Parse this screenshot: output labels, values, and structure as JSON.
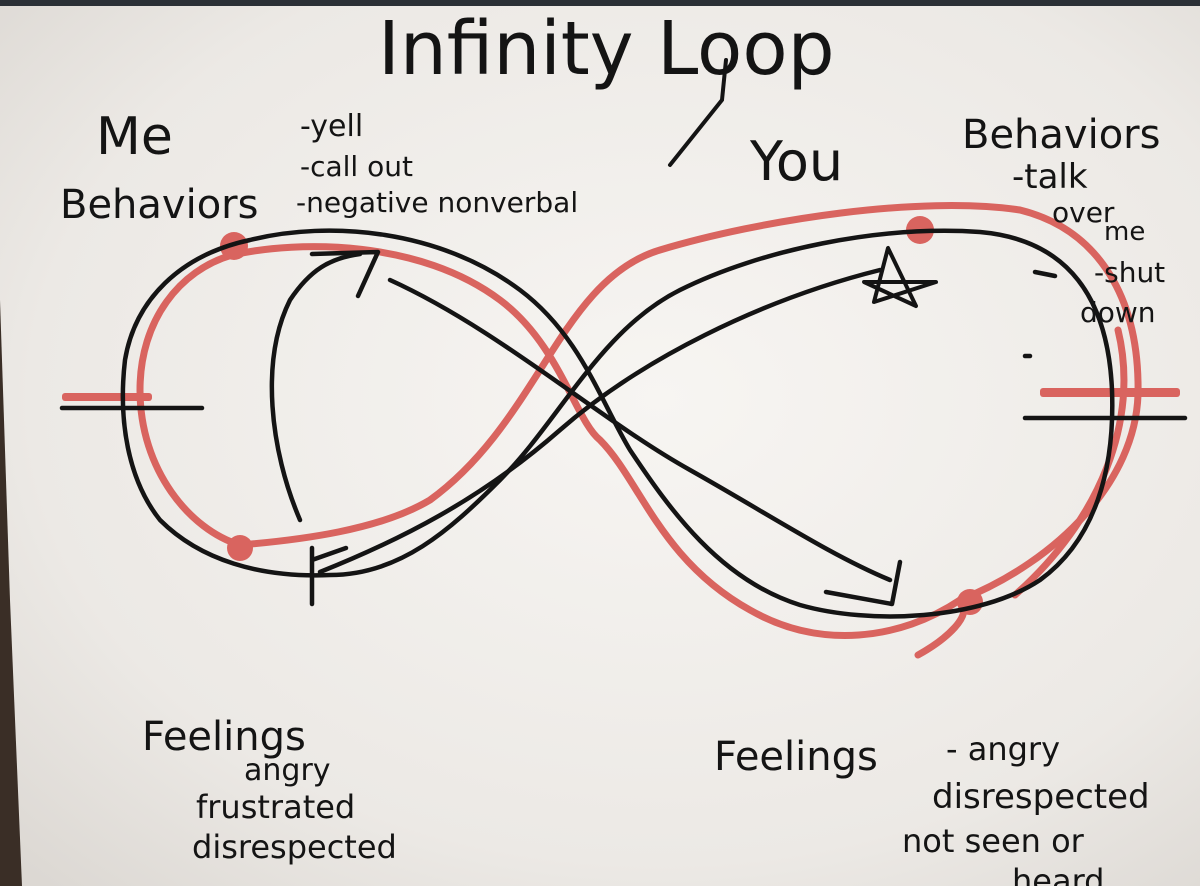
{
  "title": "Infinity Loop",
  "me": {
    "label": "Me",
    "behaviors_heading": "Behaviors",
    "behaviors": [
      "-yell",
      "-call out",
      "-negative nonverbal"
    ],
    "feelings_heading": "Feelings",
    "feelings": [
      "angry",
      "frustrated",
      "disrespected"
    ]
  },
  "you": {
    "label": "You",
    "behaviors_heading": "Behaviors",
    "behaviors": [
      "-talk",
      "over",
      "me",
      "-shut",
      "down"
    ],
    "feelings_heading": "Feelings",
    "feelings": [
      "- angry",
      "disrespected",
      "not seen or",
      "heard"
    ]
  },
  "colors": {
    "paper": "#f1efec",
    "ink": "#141414",
    "red_marker": "#d9645f"
  }
}
